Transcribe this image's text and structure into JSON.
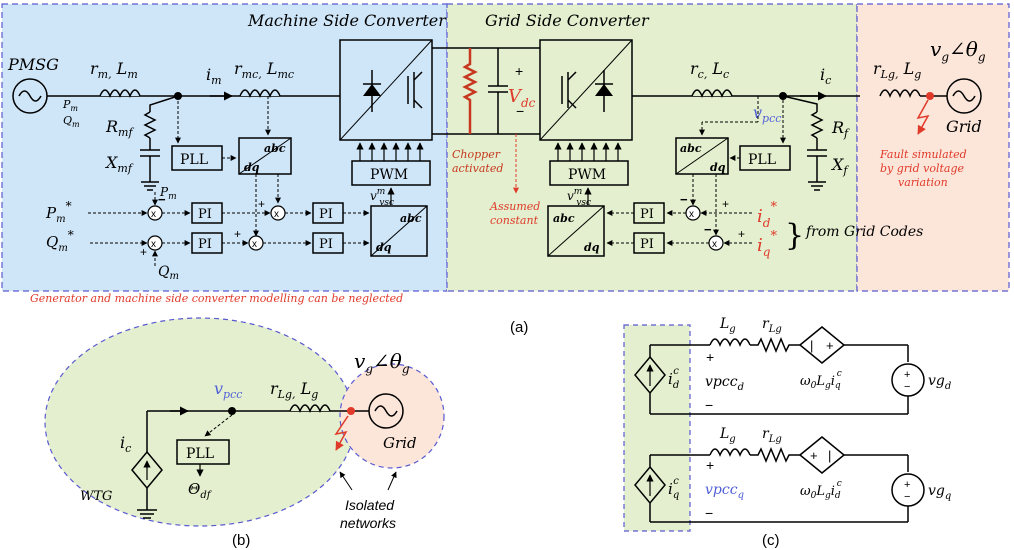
{
  "panel_a": {
    "caption": "(a)",
    "machine_side_title": "Machine Side Converter",
    "grid_side_title": "Grid Side Converter",
    "pmsg": "PMSG",
    "rm_lm": "r",
    "rm_sub": "m,",
    "lm": " L",
    "lm_sub": "m",
    "pm": "P",
    "pm_sub": "m",
    "qm": "Q",
    "qm_sub": "m",
    "im": "i",
    "im_sub": "m",
    "rmc": "r",
    "rmc_sub": "mc,",
    "lmc": " L",
    "lmc_sub": "mc",
    "rmf": "R",
    "rmf_sub": "mf",
    "xmf": "X",
    "xmf_sub": "mf",
    "pll": "PLL",
    "abc": "abc",
    "dq": "dq",
    "pwm": "PWM",
    "vvsc": "v",
    "vvsc_sup": "m",
    "vvsc_sub": "vsc",
    "pm_ref": "P",
    "pm_ref_sub": "m",
    "pm_ref_sup": "*",
    "qm_ref": "Q",
    "qm_ref_sub": "m",
    "qm_ref_sup": "*",
    "pi": "PI",
    "x": "x",
    "plus": "+",
    "minus": "−",
    "vdc": "V",
    "vdc_sub": "dc",
    "chopper_line1": "Chopper",
    "chopper_line2": "activated",
    "assumed_line1": "Assumed",
    "assumed_line2": "constant",
    "rc": "r",
    "rc_sub": "c,",
    "lc": " L",
    "lc_sub": "c",
    "ic": "i",
    "ic_sub": "c",
    "vpcc": "v",
    "vpcc_sub": "pcc",
    "rf": "R",
    "rf_sub": "f",
    "xf": "X",
    "xf_sub": "f",
    "id_ref": "i",
    "id_ref_sub": "d",
    "iq_ref": "i",
    "iq_ref_sub": "q",
    "star": "*",
    "brace": "}",
    "from_grid_codes": "from Grid Codes",
    "rlg": "r",
    "rlg_sub": "Lg,",
    "lg": " L",
    "lg_sub": "g",
    "vg": "v",
    "vg_sub": "g",
    "angle": "∠θ",
    "theta_sub": "g",
    "grid": "Grid",
    "fault_line1": "Fault simulated",
    "fault_line2": "by grid voltage",
    "fault_line3": "variation",
    "neglect_note": "Generator and machine side converter modelling can be neglected"
  },
  "panel_b": {
    "caption": "(b)",
    "vpcc": "v",
    "vpcc_sub": "pcc",
    "rlg": "r",
    "rlg_sub": "Lg,",
    "lg": " L",
    "lg_sub": "g",
    "ic": "i",
    "ic_sub": "c",
    "pll": "PLL",
    "theta_df": "Θ",
    "theta_df_sub": "df",
    "wtg": "WTG",
    "vg": "v",
    "vg_sub": "g",
    "angle": "∠θ",
    "theta_sub": "g",
    "grid": "Grid",
    "isolated_line1": "Isolated",
    "isolated_line2": "networks"
  },
  "panel_c": {
    "caption": "(c)",
    "lg": "L",
    "lg_sub": "g",
    "rlg": "r",
    "rlg_sub": "Lg",
    "icd": "i",
    "icd_sub": "d",
    "icd_sup": "c",
    "icq": "i",
    "icq_sub": "q",
    "icq_sup": "c",
    "vpccd": "vpcc",
    "vpccd_sub": "d",
    "vpccq": "vpcc",
    "vpccq_sub": "q",
    "omega_top": "ω",
    "omega_top_sub": "0",
    "omega_top_mid": "L",
    "omega_top_mid_sub": "g",
    "omega_top_i": "i",
    "omega_top_i_sub": "q",
    "omega_top_i_sup": "c",
    "omega_bot_i": "i",
    "omega_bot_i_sub": "d",
    "omega_bot_i_sup": "c",
    "vgd": "vg",
    "vgd_sub": "d",
    "vgq": "vg",
    "vgq_sub": "q",
    "plus": "+",
    "minus": "−",
    "bar": "|"
  },
  "colors": {
    "machine_bg": "#cfe6f8",
    "grid_bg": "#e3efce",
    "grid_ext_bg": "#fce6da",
    "border_blue": "#5a5ad0",
    "red": "#e03a2a",
    "vpcc_blue": "#4f5fd8",
    "chopper": "#c83820"
  }
}
